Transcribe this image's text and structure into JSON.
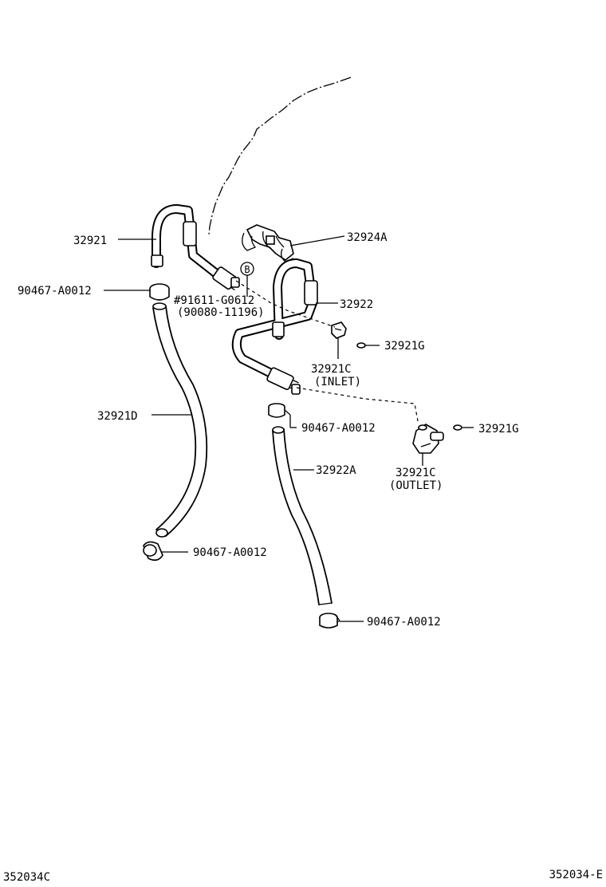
{
  "labels": {
    "p32921": "32921",
    "p32924A": "32924A",
    "p90467_top": "90467-A0012",
    "p_b_marker": "B",
    "p91611": "#91611-G0612",
    "p90080": "(90080-11196)",
    "p32922": "32922",
    "p32921G_upper": "32921G",
    "p32921C_inlet": "32921C",
    "p_inlet": "(INLET)",
    "p32921D": "32921D",
    "p90467_mid": "90467-A0012",
    "p32921G_lower": "32921G",
    "p32922A": "32922A",
    "p32921C_outlet": "32921C",
    "p_outlet": "(OUTLET)",
    "p90467_left_bottom": "90467-A0012",
    "p90467_right_bottom": "90467-A0012"
  },
  "footer": {
    "left_code": "352034C",
    "right_code": "352034-E"
  }
}
